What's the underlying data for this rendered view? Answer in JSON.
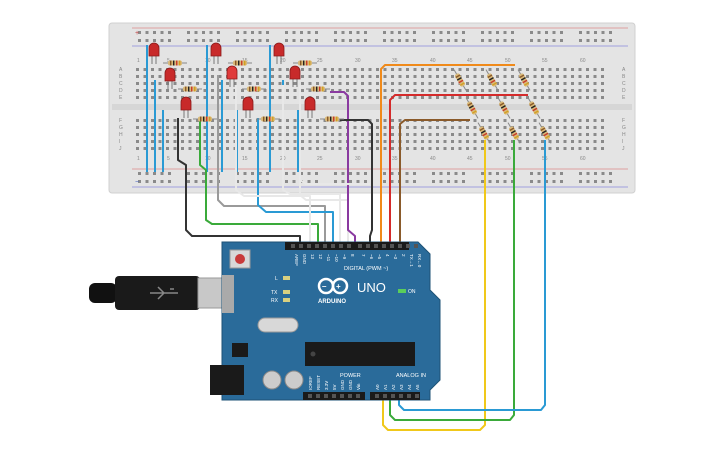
{
  "breadboard": {
    "top_col_labels": [
      "1",
      "5",
      "10",
      "15",
      "20",
      "25",
      "30",
      "35",
      "40",
      "45",
      "50",
      "55",
      "60"
    ],
    "row_labels_top": [
      "A",
      "B",
      "C",
      "D",
      "E"
    ],
    "row_labels_bottom": [
      "F",
      "G",
      "H",
      "I",
      "J"
    ],
    "rail_plus": "+",
    "rail_minus": "−"
  },
  "arduino": {
    "model": "UNO",
    "brand": "ARDUINO",
    "digital_label": "DIGITAL (PWM ~)",
    "power_label": "POWER",
    "analog_label": "ANALOG IN",
    "on_label": "ON",
    "led_tx": "TX",
    "led_rx": "RX",
    "led_l": "L",
    "digital_pins": [
      "AREF",
      "GND",
      "13",
      "12",
      "~11",
      "~10",
      "~9",
      "8",
      "7",
      "~6",
      "~5",
      "4",
      "~3",
      "2",
      "TX→1",
      "RX←0"
    ],
    "power_pins": [
      "IOREF",
      "RESET",
      "3.3V",
      "5V",
      "GND",
      "GND",
      "Vin"
    ],
    "analog_pins": [
      "A0",
      "A1",
      "A2",
      "A3",
      "A4",
      "A5"
    ]
  },
  "colors": {
    "board_blue": "#2a6b9a",
    "breadboard": "#e6e6e6",
    "wire_black": "#333333",
    "wire_green": "#3aaa3a",
    "wire_gray": "#9a9a9a",
    "wire_white": "#e8e8e8",
    "wire_blue": "#2a9ad4",
    "wire_purple": "#8a3aa0",
    "wire_orange": "#f08a1a",
    "wire_red": "#d42a2a",
    "wire_brown": "#8a5a2a",
    "wire_yellow": "#f0c81a",
    "led_red": "#c82a2a"
  }
}
